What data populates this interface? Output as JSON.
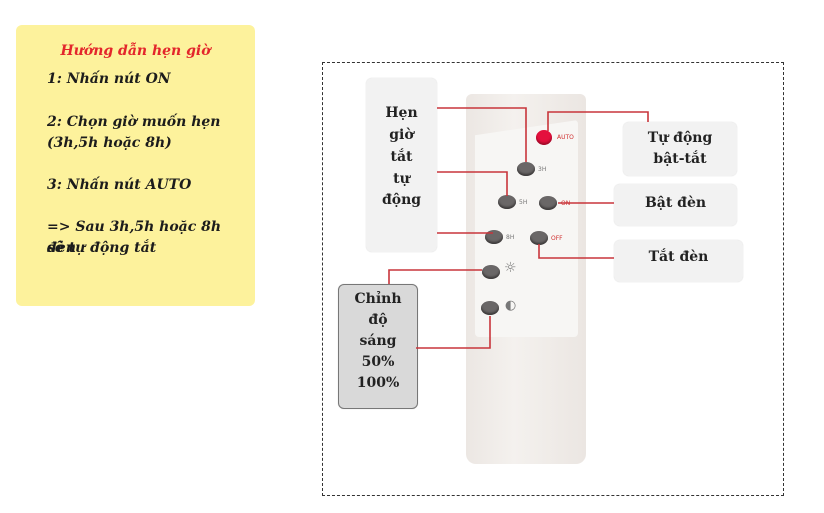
{
  "instructions": {
    "title": "Hướng dẫn hẹn giờ",
    "step1": "1: Nhấn nút ON",
    "step2a": "2: Chọn giờ muốn hẹn",
    "step2b": "(3h,5h hoặc 8h)",
    "step3": "3: Nhấn nút AUTO",
    "result_a": "=> Sau 3h,5h hoặc 8h đèn",
    "result_b": "sẽ tự động tắt"
  },
  "callouts": {
    "timer": [
      "Hẹn",
      "giờ",
      "tắt",
      "tự",
      "động"
    ],
    "auto": [
      "Tự động",
      "bật-tắt"
    ],
    "on": "Bật đèn",
    "off": "Tắt đèn",
    "brightness": [
      "Chỉnh",
      "độ",
      "sáng",
      "50%",
      "100%"
    ]
  },
  "remote": {
    "labels": {
      "auto": "AUTO",
      "h3": "3H",
      "h5": "5H",
      "on": "ON",
      "h8": "8H",
      "off": "OFF"
    },
    "icons": {
      "bright": "sun-icon",
      "dim": "half-sun-icon"
    }
  },
  "colors": {
    "note_bg": "#fdf29c",
    "title": "#e3262b",
    "line": "#c8353b",
    "auto_button": "#e4103d"
  }
}
